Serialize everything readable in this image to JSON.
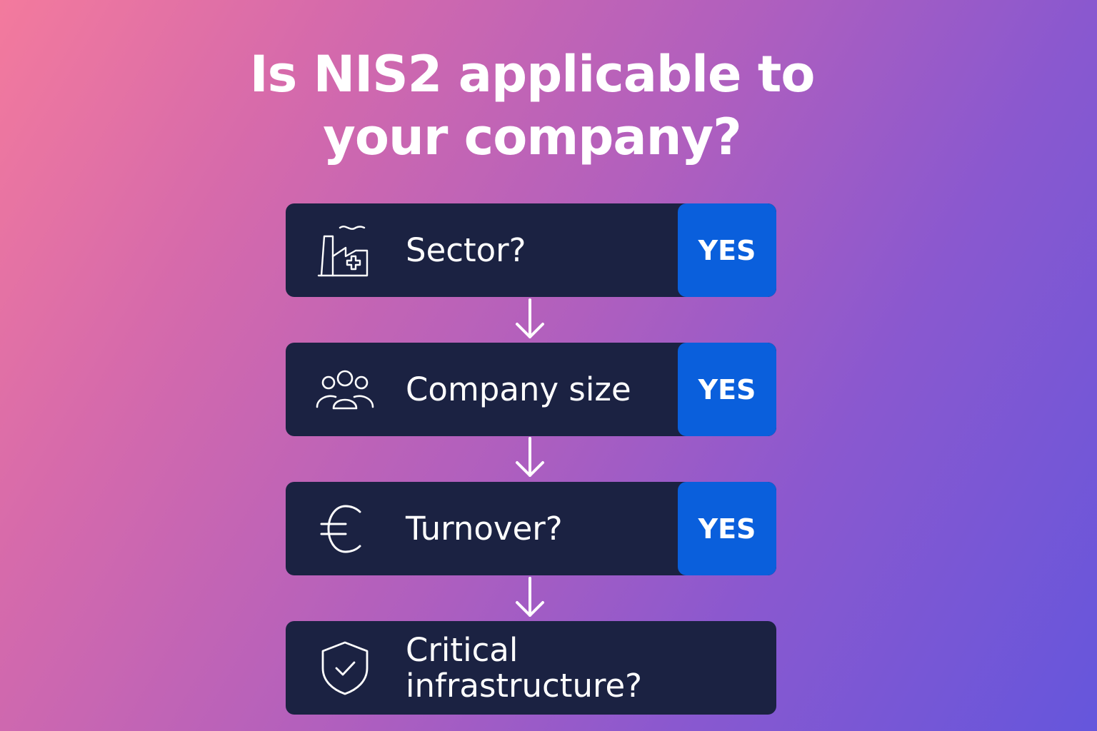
{
  "title": {
    "line1": "Is NIS2 applicable to",
    "line2": "your company?"
  },
  "steps": [
    {
      "label": "Sector?",
      "answer": "YES",
      "icon": "factory-icon"
    },
    {
      "label": "Company size",
      "answer": "YES",
      "icon": "people-icon"
    },
    {
      "label": "Turnover?",
      "answer": "YES",
      "icon": "euro-icon"
    },
    {
      "label_line1": "Critical",
      "label_line2": "infrastructure?",
      "icon": "shield-check-icon"
    }
  ],
  "colors": {
    "card": "#1b2242",
    "badge": "#0a5fdc",
    "text": "#ffffff"
  }
}
